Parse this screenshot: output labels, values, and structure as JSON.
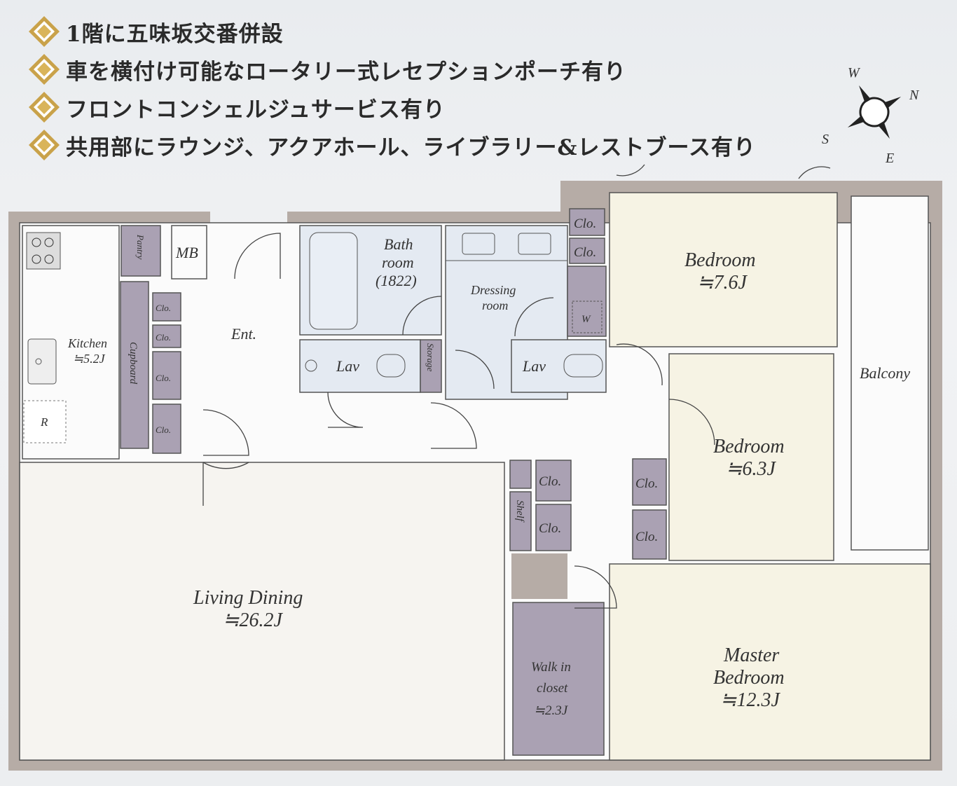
{
  "features": [
    {
      "icon": "gold-diamond-icon",
      "text": "1階に五味坂交番併設"
    },
    {
      "icon": "gold-diamond-icon",
      "text": "車を横付け可能なロータリー式レセプションポーチ有り"
    },
    {
      "icon": "gold-diamond-icon",
      "text": "フロントコンシェルジュサービス有り"
    },
    {
      "icon": "gold-diamond-icon",
      "text": "共用部にラウンジ、アクアホール、ライブラリー&レストブース有り"
    }
  ],
  "compass": {
    "n": "N",
    "s": "S",
    "e": "E",
    "w": "W"
  },
  "rooms": {
    "pantry": "Pantry",
    "mb": "MB",
    "kitchen": "Kitchen",
    "kitchen_size": "≒5.2J",
    "refrigerator": "R",
    "cupboard": "Cupboard",
    "clo": "Clo.",
    "entrance": "Ent.",
    "bath_l1": "Bath",
    "bath_l2": "room",
    "bath_l3": "(1822)",
    "lav": "Lav",
    "storage": "Storage",
    "dressing_l1": "Dressing",
    "dressing_l2": "room",
    "washer": "W",
    "bedroom": "Bedroom",
    "bedroom1_size": "≒7.6J",
    "bedroom2_size": "≒6.3J",
    "balcony": "Balcony",
    "shelf": "Shelf",
    "living": "Living Dining",
    "living_size": "≒26.2J",
    "wic_l1": "Walk in",
    "wic_l2": "closet",
    "wic_size": "≒2.3J",
    "master_l1": "Master",
    "master_l2": "Bedroom",
    "master_size": "≒12.3J"
  },
  "colors": {
    "wall": "#b6aca6",
    "closet": "#aaa1b3",
    "wet": "#e4eaf2",
    "bedroom": "#f6f3e4",
    "gold": "#c9a24a"
  }
}
